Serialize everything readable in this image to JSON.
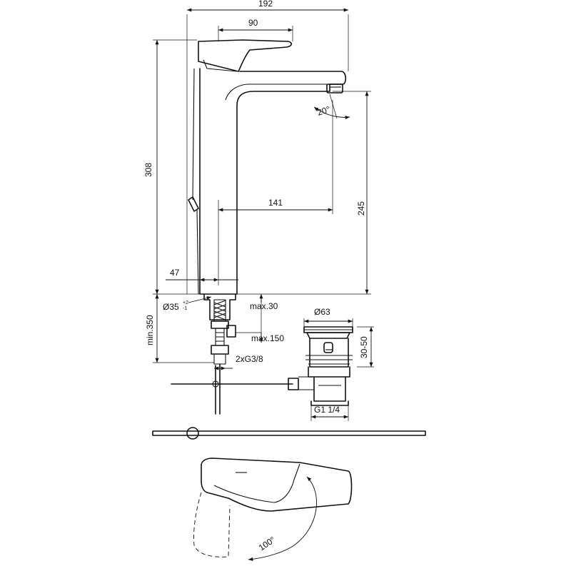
{
  "dimensions": {
    "total_width": "192",
    "lever_width": "90",
    "total_height": "308",
    "spout_height": "245",
    "spout_reach": "141",
    "base_offset": "47",
    "base_diameter": "Ø35",
    "tolerance_upper": "+2",
    "tolerance_lower": "-1",
    "min_height": "min.350",
    "max_30": "max.30",
    "waste_diameter": "Ø63",
    "max_150": "max.150",
    "waste_range": "30-50",
    "hose_thread": "2xG3/8",
    "waste_thread": "G1 1/4",
    "spray_angle": "20°",
    "lever_angle": "100°"
  }
}
